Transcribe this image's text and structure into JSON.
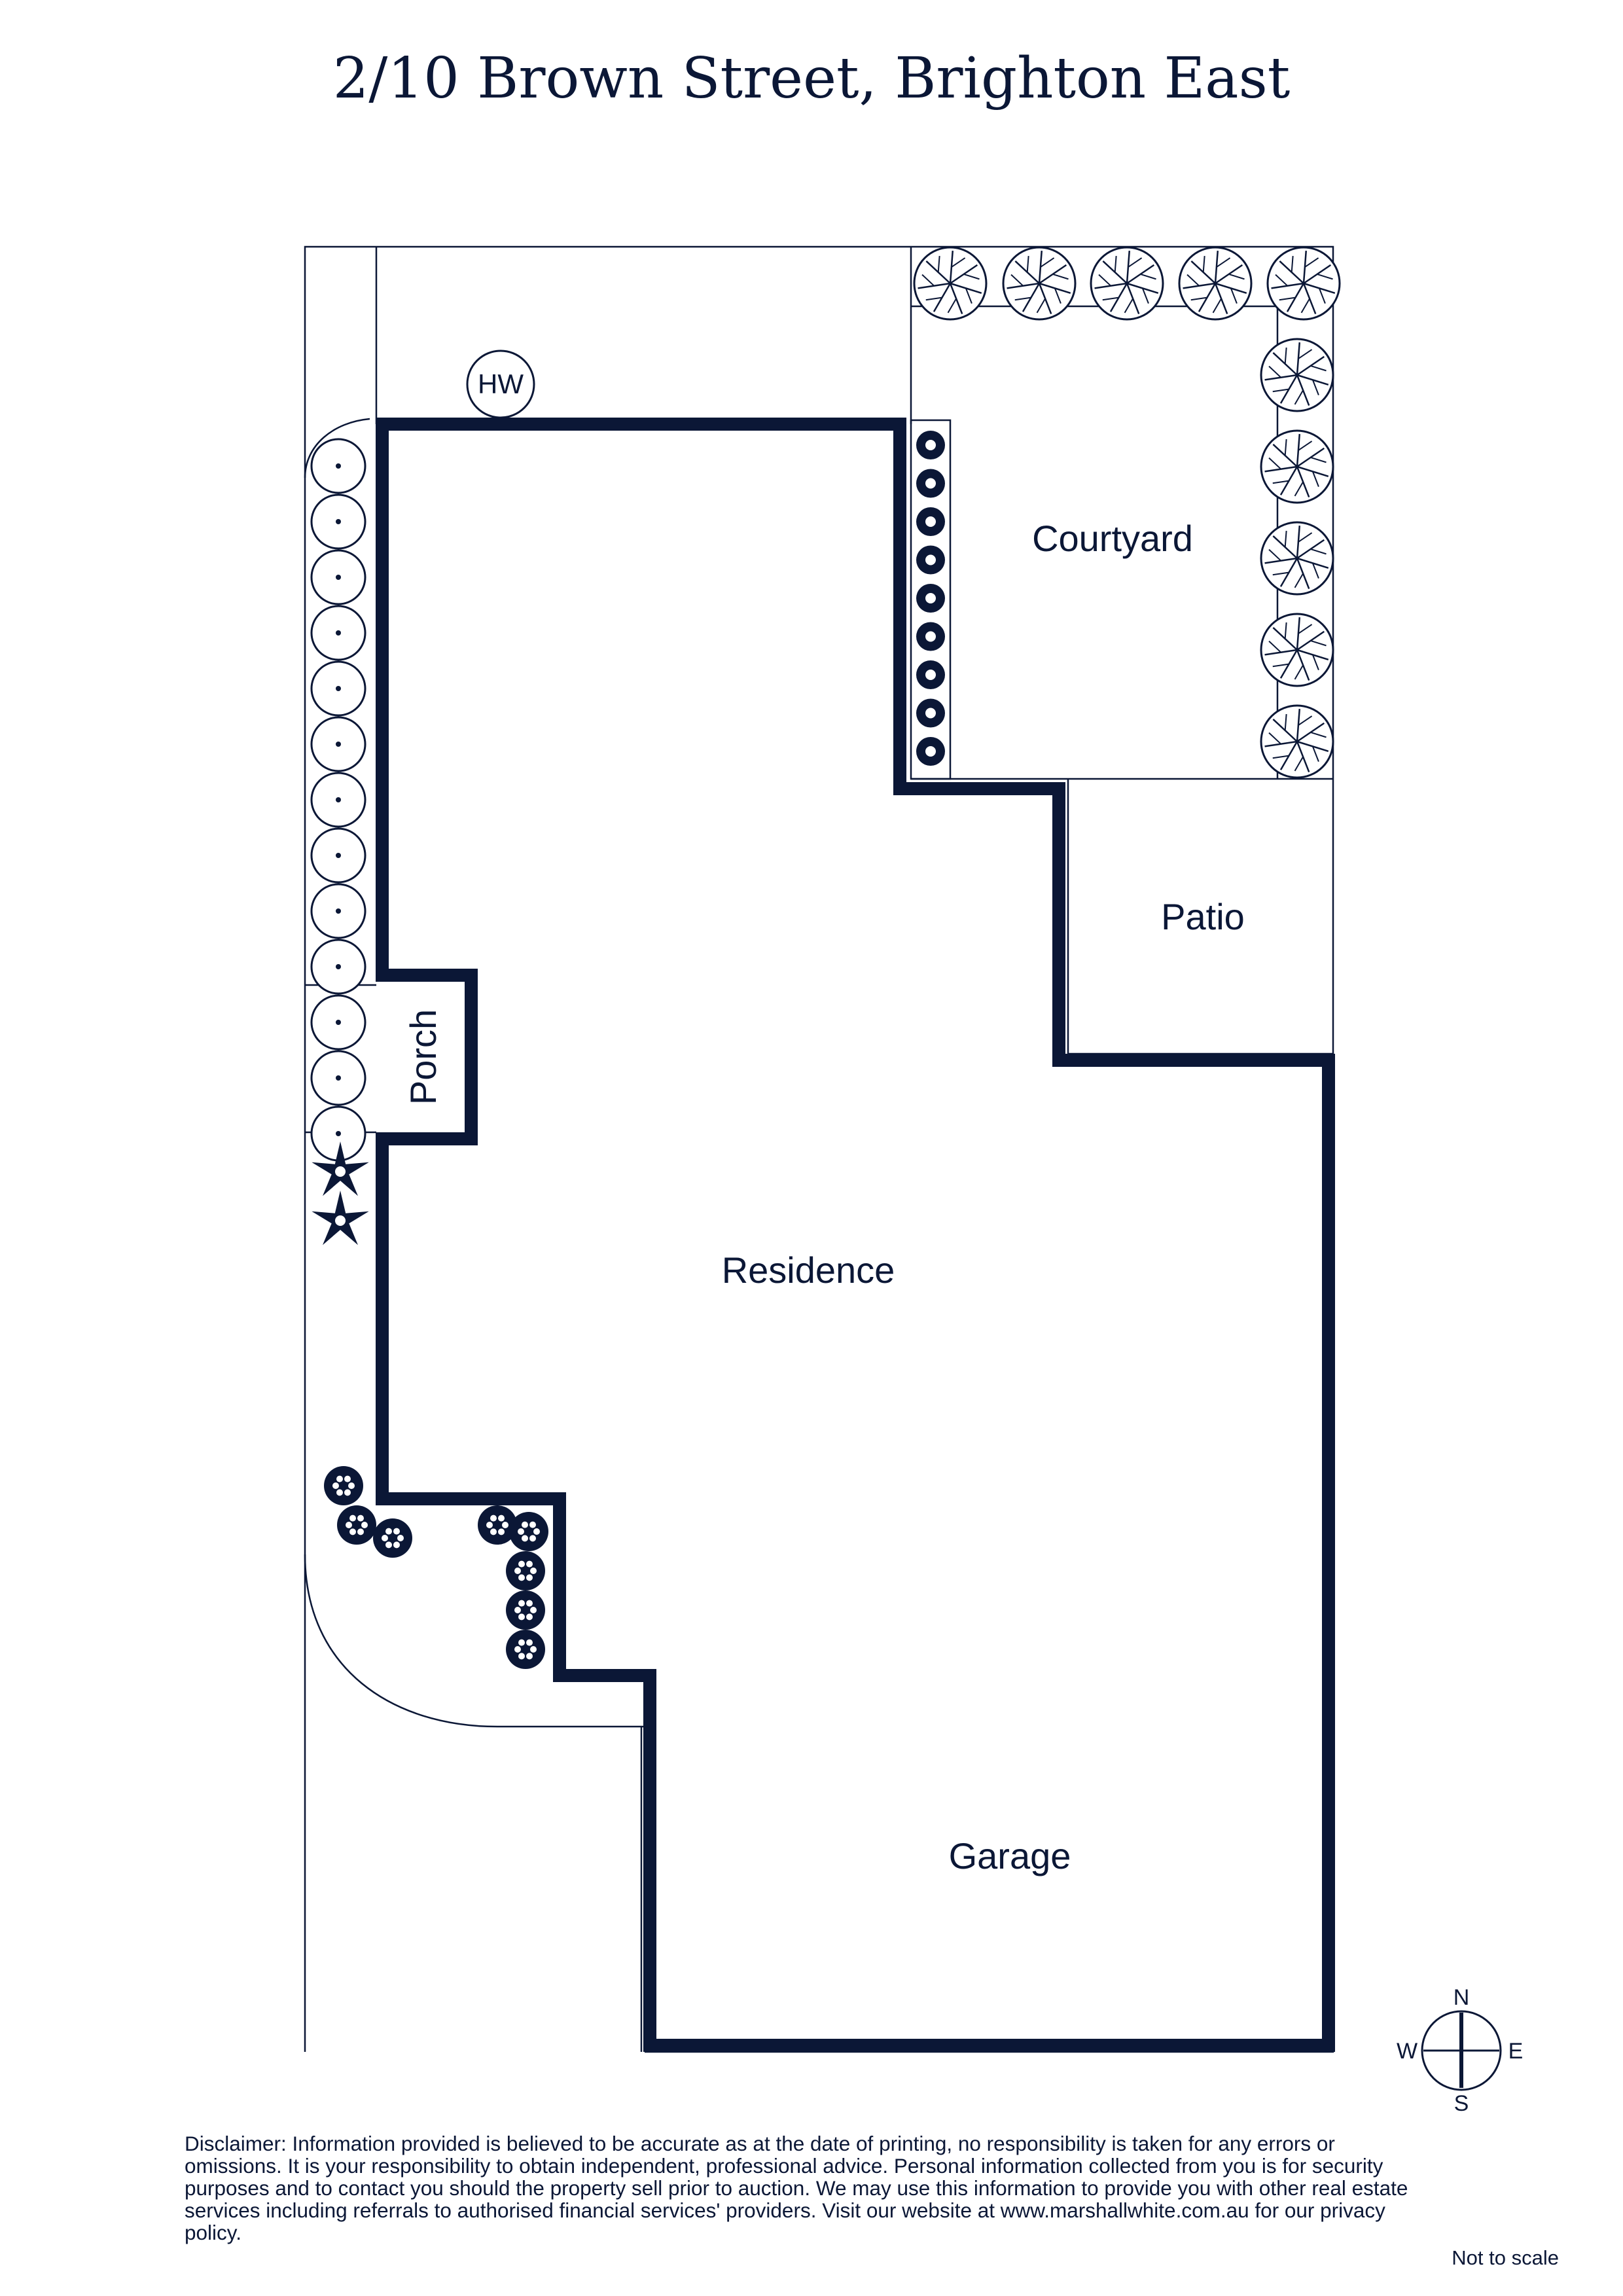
{
  "title": "2/10 Brown Street, Brighton East",
  "rooms": {
    "courtyard": "Courtyard",
    "patio": "Patio",
    "porch": "Porch",
    "residence": "Residence",
    "garage": "Garage"
  },
  "fixtures": {
    "hot_water": "HW"
  },
  "compass": {
    "n": "N",
    "s": "S",
    "e": "E",
    "w": "W"
  },
  "disclaimer": "Disclaimer: Information provided is believed to be accurate as at the date of printing, no responsibility is taken for any errors or omissions. It is your responsibility to obtain independent, professional advice. Personal information collected from you is for security purposes and to contact you should the property sell prior to auction. We may use this information to provide you with other real estate services including referrals to authorised financial services' providers. Visit our website at www.marshallwhite.com.au for our privacy policy.",
  "scale_note": "Not to scale",
  "colors": {
    "ink": "#0b1736",
    "background": "#ffffff"
  }
}
